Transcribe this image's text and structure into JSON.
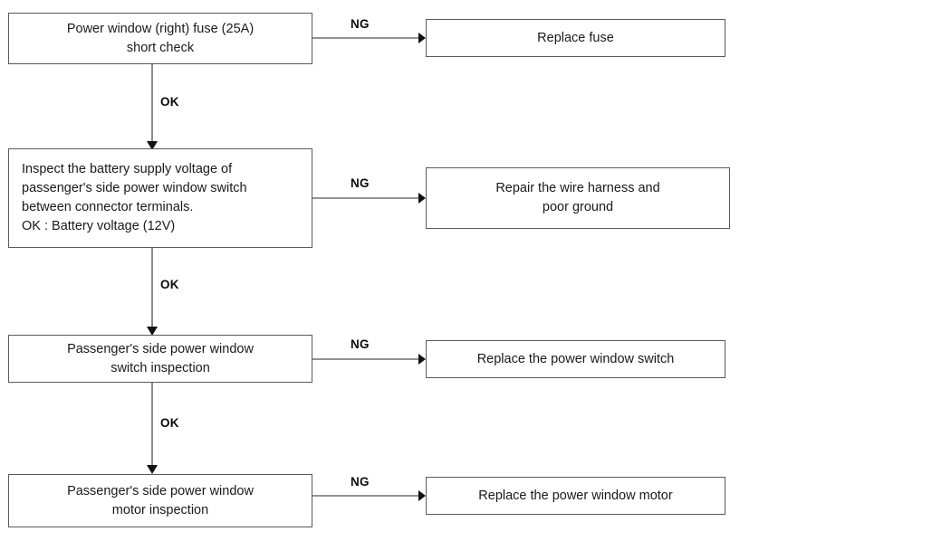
{
  "diagram": {
    "title": "Power window (right) troubleshooting flowchart",
    "type": "flowchart",
    "colors": {
      "box_border": "#5a5a5a",
      "connector": "#6e6e6e",
      "arrow_head": "#111111",
      "text": "#1a1a1a",
      "background": "#ffffff"
    },
    "steps": [
      {
        "id": "step-1",
        "text": "Power window (right) fuse (25A)\nshort check",
        "align": "center",
        "ng_label": "NG",
        "ng_result": "Replace fuse",
        "ok_label": "OK"
      },
      {
        "id": "step-2",
        "text": "Inspect the battery supply voltage of\npassenger's side power window switch\nbetween connector terminals.\nOK : Battery voltage (12V)",
        "align": "left",
        "ng_label": "NG",
        "ng_result": "Repair the wire harness and\npoor ground",
        "ok_label": "OK"
      },
      {
        "id": "step-3",
        "text": "Passenger's side power window\nswitch inspection",
        "align": "center",
        "ng_label": "NG",
        "ng_result": "Replace the power window switch",
        "ok_label": "OK"
      },
      {
        "id": "step-4",
        "text": "Passenger's side power window\nmotor inspection",
        "align": "center",
        "ng_label": "NG",
        "ng_result": "Replace the power window motor",
        "ok_label": ""
      }
    ]
  }
}
